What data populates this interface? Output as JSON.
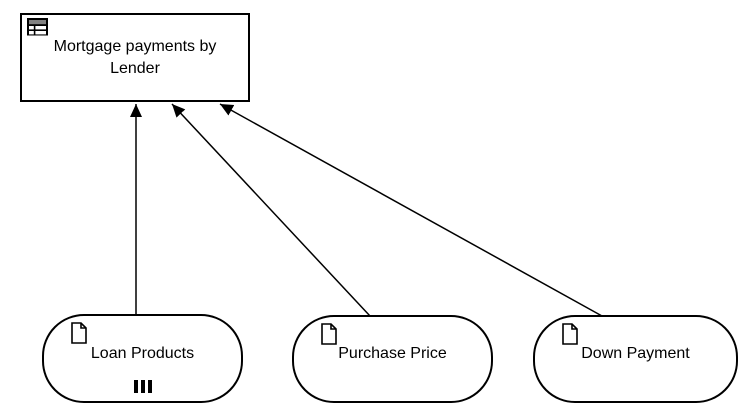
{
  "diagram": {
    "kind": "DMN decision requirements diagram",
    "colors": {
      "background": "#ffffff",
      "stroke": "#000000",
      "node_fill": "#ffffff",
      "table_icon_header": "#828282"
    },
    "decision": {
      "label": "Mortgage payments by Lender",
      "icon": "decision-table-icon"
    },
    "inputs": [
      {
        "label": "Loan Products",
        "icon": "document-icon",
        "marker": "multi-instance"
      },
      {
        "label": "Purchase Price",
        "icon": "document-icon",
        "marker": null
      },
      {
        "label": "Down Payment",
        "icon": "document-icon",
        "marker": null
      }
    ],
    "edges": [
      {
        "from": "Loan Products",
        "to": "Mortgage payments by Lender"
      },
      {
        "from": "Purchase Price",
        "to": "Mortgage payments by Lender"
      },
      {
        "from": "Down Payment",
        "to": "Mortgage payments by Lender"
      }
    ]
  }
}
